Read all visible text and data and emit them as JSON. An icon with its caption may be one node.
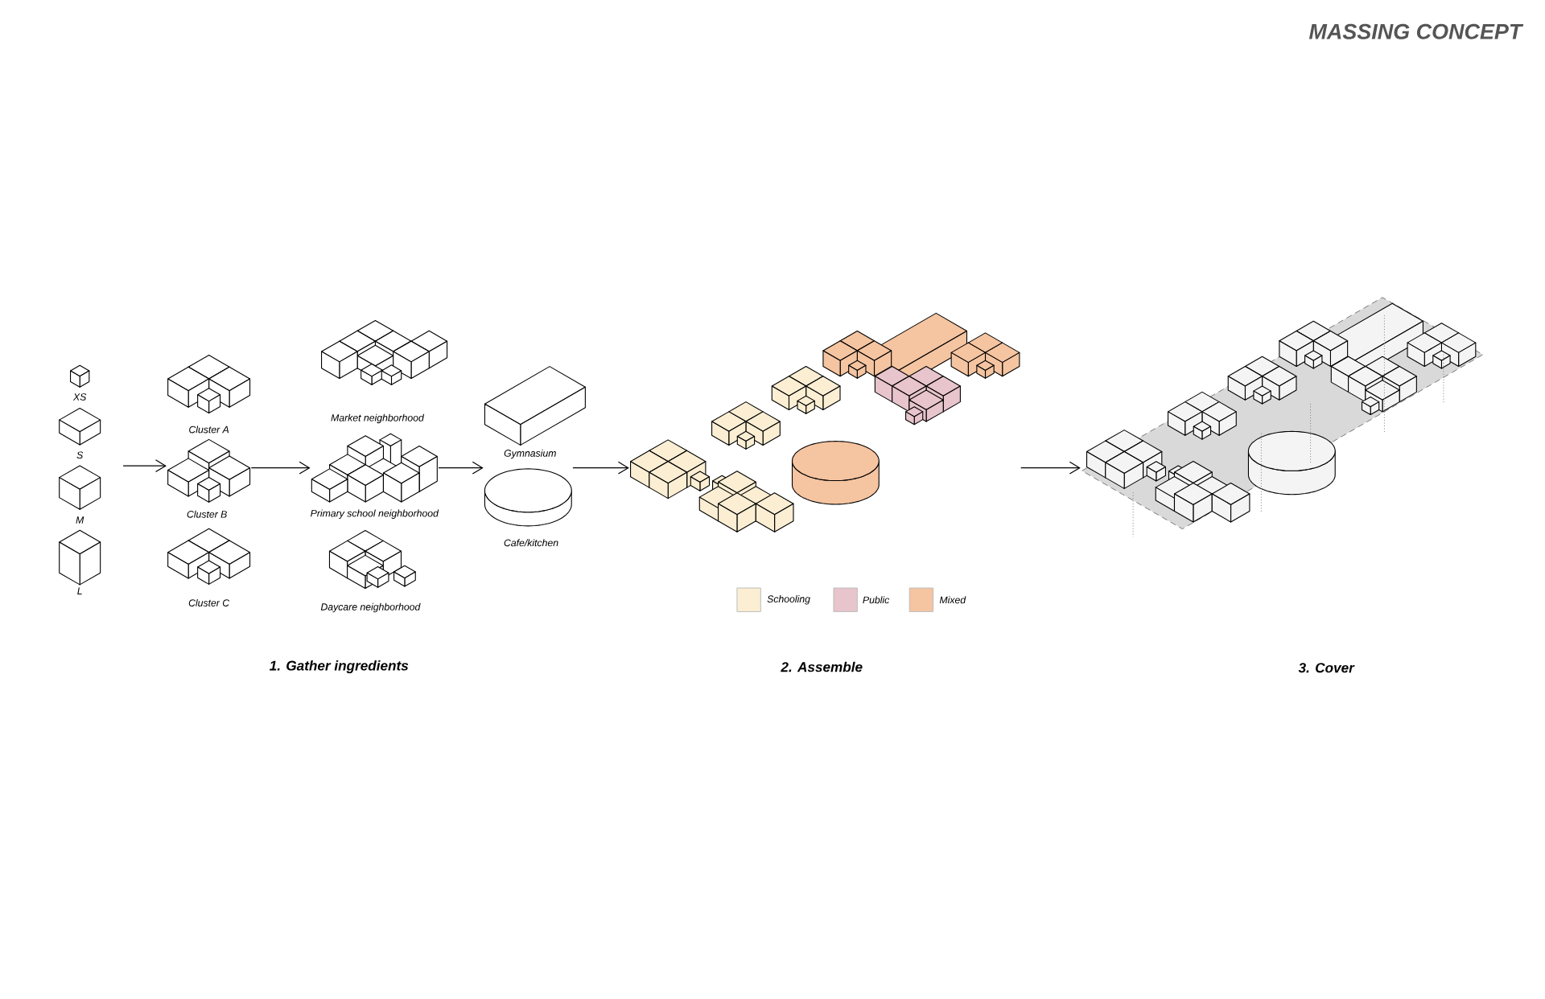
{
  "diagram": {
    "title": "MASSING CONCEPT",
    "nodes": [
      {
        "text": [
          "XS"
        ]
      },
      {
        "text": [
          "S"
        ]
      },
      {
        "text": [
          "M"
        ]
      },
      {
        "text": [
          "L"
        ]
      },
      {
        "text": [
          "Cluster A"
        ]
      },
      {
        "text": [
          "Cluster B"
        ]
      },
      {
        "text": [
          "Cluster C"
        ]
      },
      {
        "text": [
          "Market neighborhood"
        ]
      },
      {
        "text": [
          "Primary school neighborhood"
        ]
      },
      {
        "text": [
          "Daycare neighborhood"
        ]
      },
      {
        "text": [
          "Gymnasium"
        ]
      },
      {
        "text": [
          "Cafe/kitchen"
        ]
      },
      {
        "text": [],
        "shape": "picture"
      },
      {
        "text": [],
        "shape": "picture"
      }
    ],
    "edges": [
      {
        "from": null,
        "to": 5,
        "arrow": "to"
      },
      {
        "from": 5,
        "to": 8,
        "arrow": "to"
      },
      {
        "from": 8,
        "to": 11,
        "arrow": "to"
      },
      {
        "from": 11,
        "to": 12,
        "arrow": "to"
      },
      {
        "from": 12,
        "to": 13,
        "arrow": "to"
      }
    ],
    "labels": [
      "1. Gather ingredients",
      "2. Assemble",
      "3. Cover"
    ],
    "legend": [
      {
        "text": "Schooling",
        "color": "#fbeed3"
      },
      {
        "text": "Public",
        "color": "#e8c4cc"
      },
      {
        "text": "Mixed",
        "color": "#f5c4a0"
      }
    ]
  }
}
